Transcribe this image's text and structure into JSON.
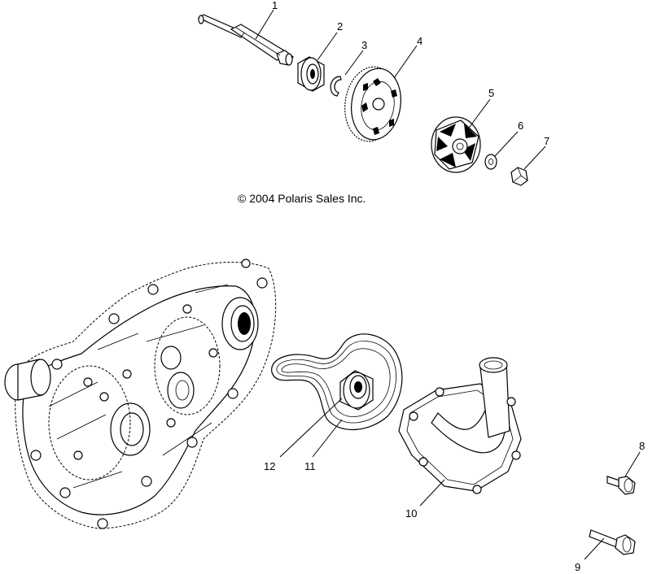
{
  "copyright": "© 2004 Polaris Sales Inc.",
  "callouts": {
    "c1": "1",
    "c2": "2",
    "c3": "3",
    "c4": "4",
    "c5": "5",
    "c6": "6",
    "c7": "7",
    "c8": "8",
    "c9": "9",
    "c10": "10",
    "c11": "11",
    "c12": "12"
  },
  "icons": {
    "shaft": "shaft-icon",
    "bearing": "bearing-icon",
    "snap_ring": "snap-ring-icon",
    "gear": "gear-icon",
    "impeller": "impeller-icon",
    "washer": "washer-icon",
    "nut": "nut-icon",
    "bolt_short": "bolt-icon",
    "bolt_long": "bolt-icon",
    "pump_cover": "pump-cover-icon",
    "gasket": "gasket-icon",
    "seal": "seal-icon",
    "crankcase": "crankcase-icon"
  }
}
